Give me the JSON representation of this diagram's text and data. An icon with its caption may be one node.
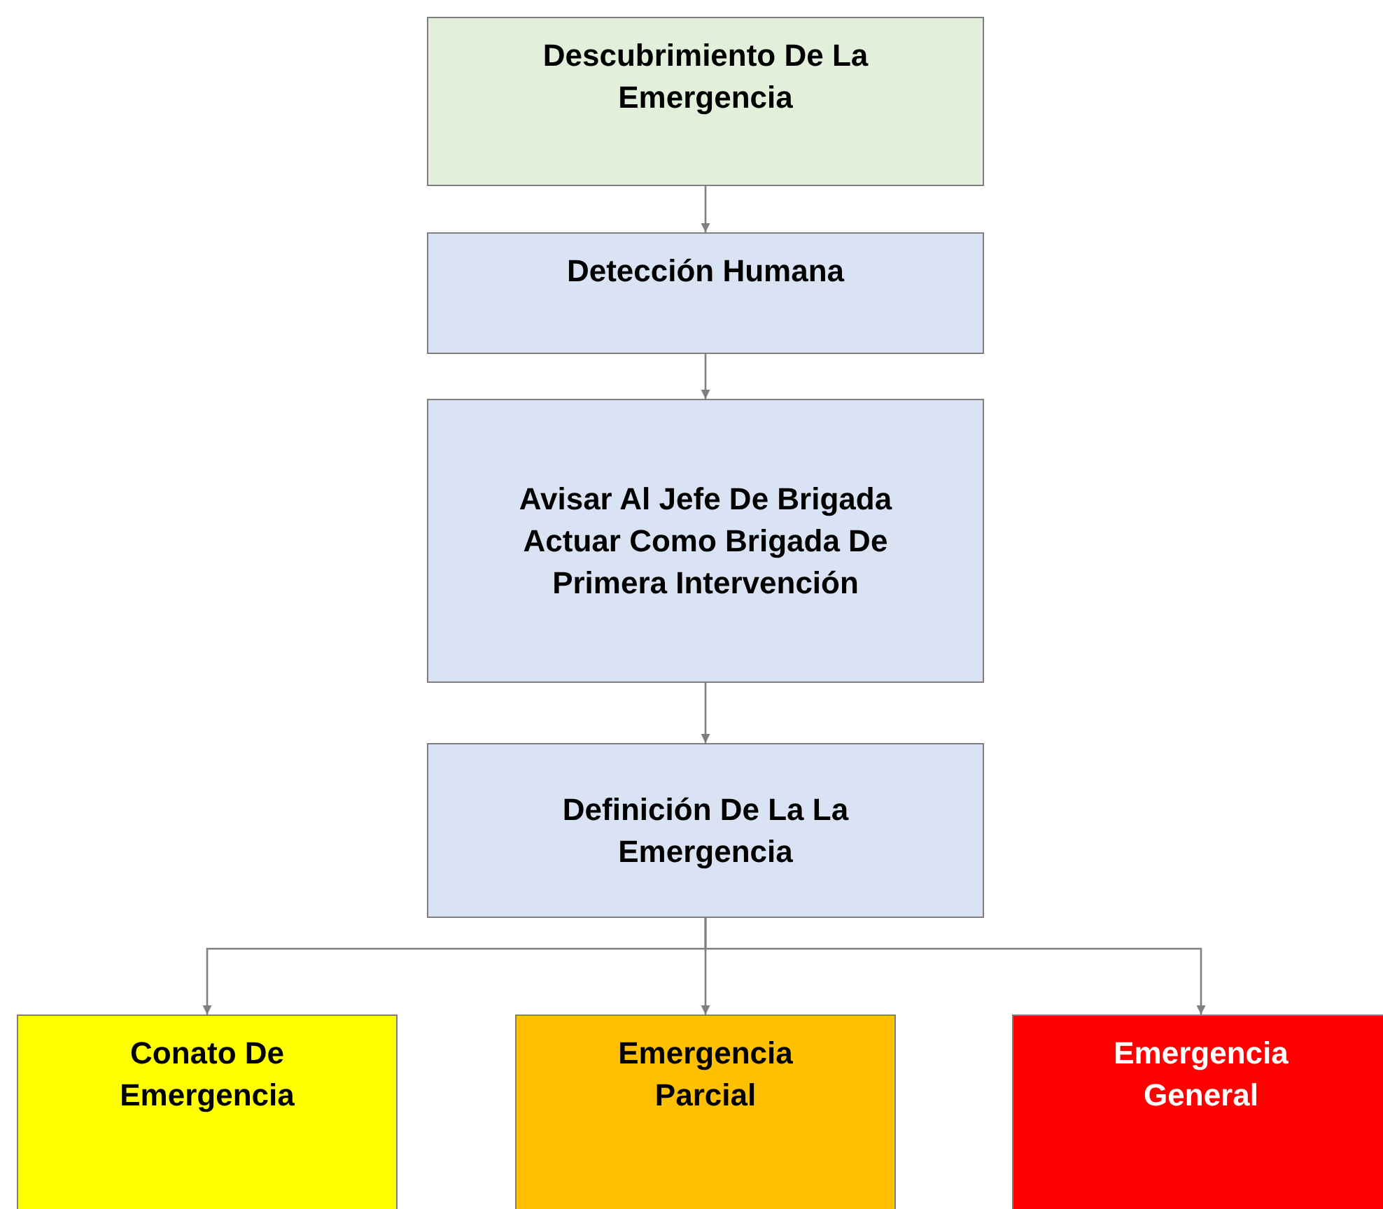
{
  "diagram": {
    "nodes": [
      {
        "text": [
          "Descubrimiento De La Emergencia"
        ]
      },
      {
        "text": [
          "Detección Humana"
        ]
      },
      {
        "text": [
          "Avisar Al Jefe De Brigada",
          "Actuar Como Brigada De Primera Intervención"
        ]
      },
      {
        "text": [
          "Definición De La La Emergencia"
        ]
      },
      {
        "text": [
          "Conato De Emergencia"
        ]
      },
      {
        "text": [
          "Emergencia Parcial"
        ]
      },
      {
        "text": [
          "Emergencia General"
        ]
      }
    ],
    "edges": [
      {
        "from": 0,
        "to": 1,
        "arrow": "to"
      },
      {
        "from": 1,
        "to": 2,
        "arrow": "to"
      },
      {
        "from": 2,
        "to": 3,
        "arrow": "to"
      },
      {
        "from": 3,
        "to": 4,
        "arrow": "to"
      },
      {
        "from": 3,
        "to": 5,
        "arrow": "to"
      },
      {
        "from": 3,
        "to": 6,
        "arrow": "to"
      }
    ]
  }
}
